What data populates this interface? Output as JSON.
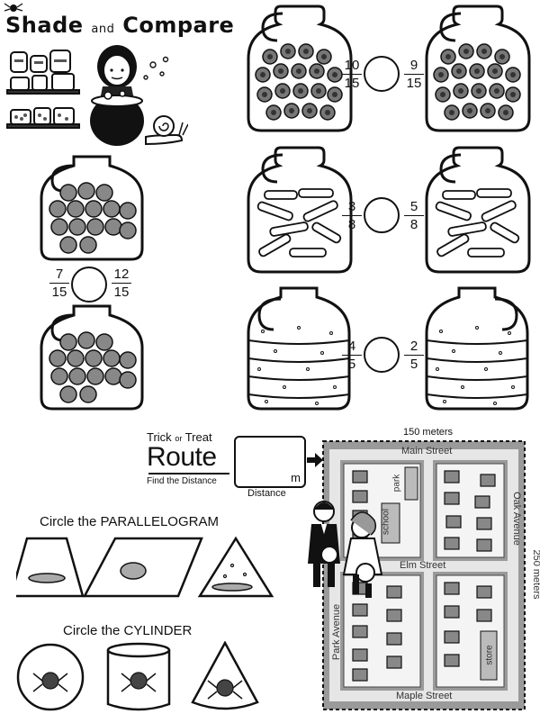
{
  "title": {
    "main": "Shade",
    "and": "and",
    "compare": "Compare"
  },
  "comparisons": [
    {
      "id": "candy",
      "left": {
        "num": "10",
        "den": "15"
      },
      "right": {
        "num": "9",
        "den": "15"
      }
    },
    {
      "id": "bones",
      "left": {
        "num": "3",
        "den": "8"
      },
      "right": {
        "num": "5",
        "den": "8"
      }
    },
    {
      "id": "layers",
      "left": {
        "num": "4",
        "den": "5"
      },
      "right": {
        "num": "2",
        "den": "5"
      }
    },
    {
      "id": "pumpkins",
      "left": {
        "num": "7",
        "den": "15"
      },
      "right": {
        "num": "12",
        "den": "15"
      }
    }
  ],
  "route": {
    "trick": "Trick",
    "or": "or",
    "treat": "Treat",
    "title": "Route",
    "subtitle": "Find the Distance",
    "unit": "m",
    "distance_label": "Distance"
  },
  "map": {
    "width_label": "150 meters",
    "height_label": "250 meters",
    "streets": {
      "top": "Main Street",
      "middle": "Elm Street",
      "bottom": "Maple Street",
      "left": "Park Avenue",
      "right": "Oak Avenue"
    },
    "places": {
      "park": "park",
      "school": "school",
      "store": "store"
    }
  },
  "shapes": {
    "parallelogram_heading": "Circle the PARALLELOGRAM",
    "cylinder_heading": "Circle the CYLINDER"
  }
}
